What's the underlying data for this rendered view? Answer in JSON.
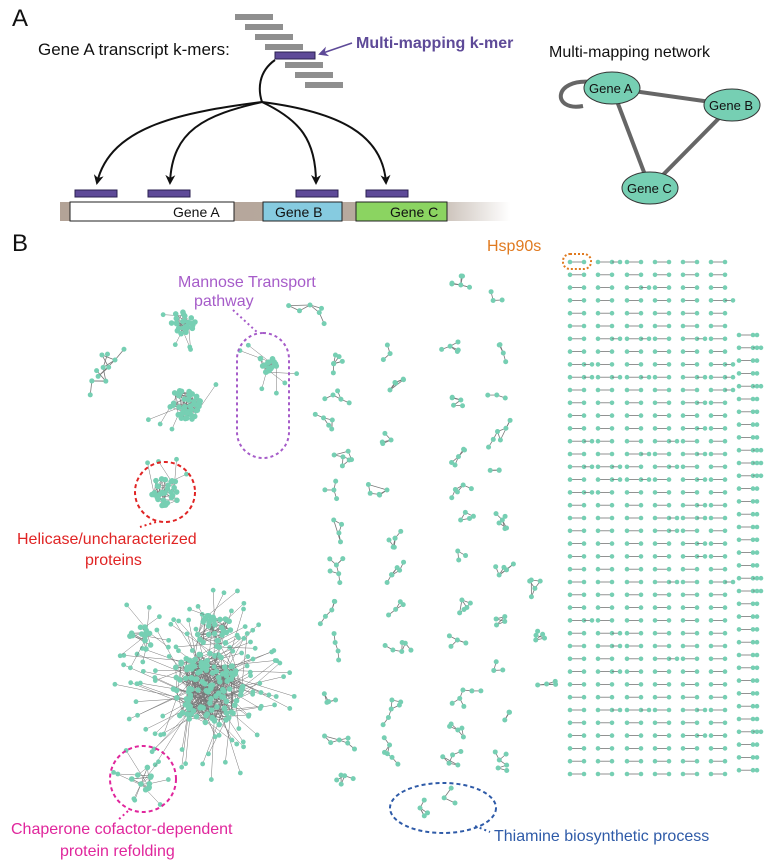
{
  "panel_a": {
    "panel_label": "A",
    "kmers_label": "Gene A transcript k-mers:",
    "multimap_label": "Multi-mapping k-mer",
    "genes": [
      "Gene A",
      "Gene B",
      "Gene C"
    ],
    "network_title": "Multi-mapping network",
    "network_nodes": [
      "Gene A",
      "Gene B",
      "Gene C"
    ]
  },
  "panel_b": {
    "panel_label": "B",
    "annotations": {
      "hsp90": "Hsp90s",
      "mannose_line1": "Mannose Transport",
      "mannose_line2": "pathway",
      "helicase_line1": "Helicase/uncharacterized",
      "helicase_line2": "proteins",
      "chaperone_line1": "Chaperone cofactor-dependent",
      "chaperone_line2": "protein refolding",
      "thiamine": "Thiamine biosynthetic process"
    }
  },
  "colors": {
    "node": "#76cfb3",
    "edge": "#777777",
    "kmer_gray": "#8f8f8f",
    "kmer_purple": "#5e4a98",
    "gene_b_fill": "#86cbe0",
    "gene_c_fill": "#8bd461",
    "mannose": "#a65cc9",
    "helicase": "#e02424",
    "chaperone": "#e0269c",
    "thiamine": "#2f5ba8",
    "hsp90": "#e07a20"
  }
}
